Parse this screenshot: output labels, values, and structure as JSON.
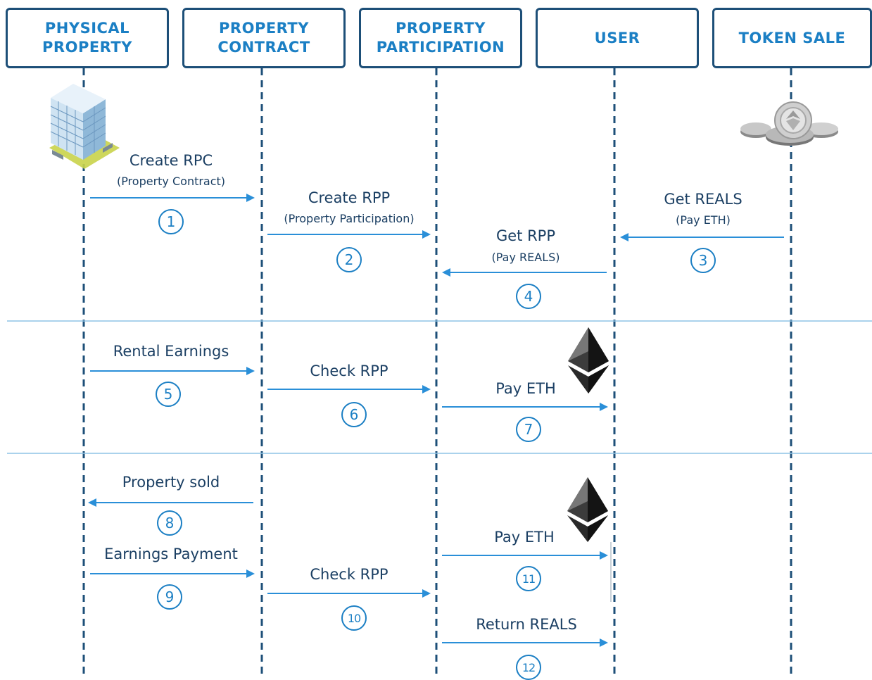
{
  "lanes": [
    {
      "id": "physical-property",
      "label": "PHYSICAL\nPROPERTY"
    },
    {
      "id": "property-contract",
      "label": "PROPERTY\nCONTRACT"
    },
    {
      "id": "property-participation",
      "label": "PROPERTY\nPARTICIPATION"
    },
    {
      "id": "user",
      "label": "USER"
    },
    {
      "id": "token-sale",
      "label": "TOKEN SALE"
    }
  ],
  "steps": [
    {
      "num": "1",
      "label": "Create RPC",
      "sub": "(Property Contract)"
    },
    {
      "num": "2",
      "label": "Create RPP",
      "sub": "(Property Participation)"
    },
    {
      "num": "3",
      "label": "Get REALS",
      "sub": "(Pay ETH)"
    },
    {
      "num": "4",
      "label": "Get RPP",
      "sub": "(Pay REALS)"
    },
    {
      "num": "5",
      "label": "Rental Earnings"
    },
    {
      "num": "6",
      "label": "Check RPP"
    },
    {
      "num": "7",
      "label": "Pay ETH"
    },
    {
      "num": "8",
      "label": "Property sold"
    },
    {
      "num": "9",
      "label": "Earnings Payment"
    },
    {
      "num": "10",
      "label": "Check RPP"
    },
    {
      "num": "11",
      "label": "Pay ETH"
    },
    {
      "num": "12",
      "label": "Return REALS"
    }
  ],
  "colors": {
    "header_border": "#1d4f78",
    "header_text": "#1b7fc4",
    "lifeline": "#1d4f78",
    "arrow": "#2a8fd8",
    "label_text": "#1b3f63",
    "divider": "#8ec3e6"
  },
  "icons": {
    "building": "building-icon",
    "coins": "coins-icon",
    "ethereum": "ethereum-icon"
  }
}
